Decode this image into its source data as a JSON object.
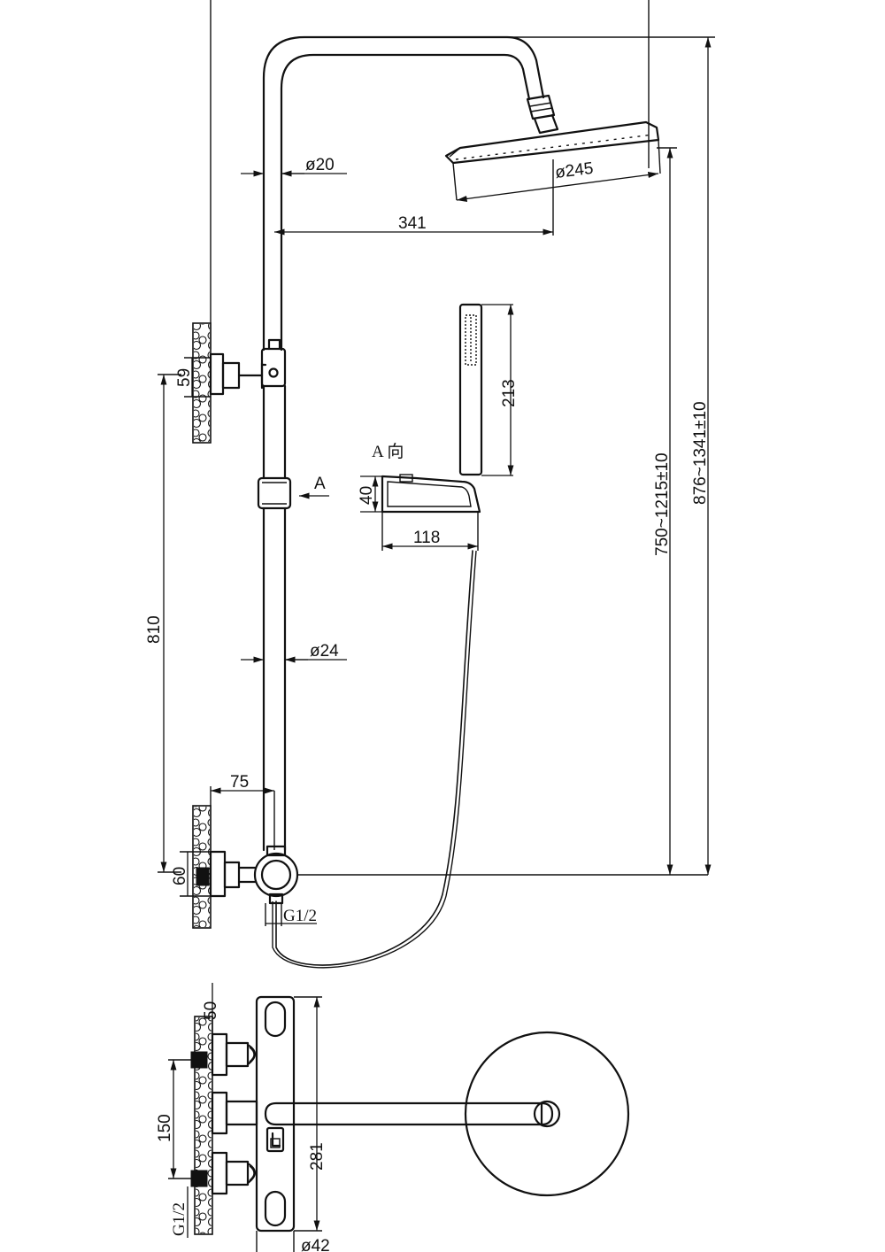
{
  "front_view": {
    "dim_top_arm_diameter": "ø20",
    "dim_head_diameter": "ø245",
    "dim_arm_reach": "341",
    "dim_bracket_height": "59",
    "dim_handset_length": "213",
    "view_arrow_label": "A",
    "view_direction_label": "A 向",
    "dim_holder_height": "40",
    "dim_holder_depth": "118",
    "dim_total_bracket_span": "810",
    "dim_rail_diameter": "ø24",
    "dim_wall_offset": "75",
    "dim_mixer_height": "60",
    "dim_thread_front": "G1/2",
    "dim_head_height_range": "750~1215±10",
    "dim_total_height_range": "876~1341±10"
  },
  "top_view": {
    "dim_inlet_offset": "50",
    "dim_inlet_spacing": "150",
    "dim_thread_top": "G1/2",
    "dim_body_length": "281",
    "dim_body_diameter": "ø42"
  }
}
